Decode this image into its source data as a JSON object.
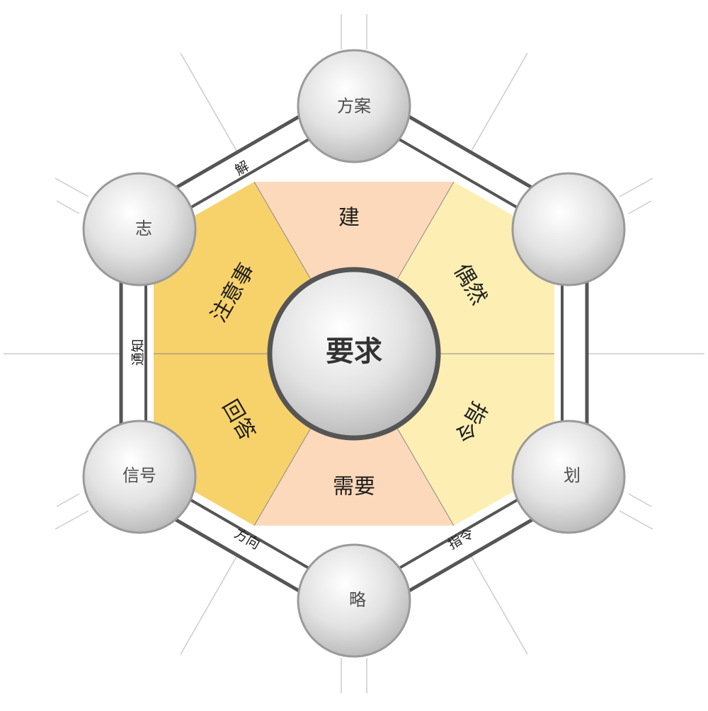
{
  "center": {
    "label": "要求"
  },
  "segments": [
    {
      "label": "建",
      "color": "#fcd9bb"
    },
    {
      "label": "偶然",
      "color": "#fdeeb3"
    },
    {
      "label": "指令",
      "color": "#fdeeb3"
    },
    {
      "label": "需要",
      "color": "#fcd9bb"
    },
    {
      "label": "回答",
      "color": "#f7d26b"
    },
    {
      "label": "注意事",
      "color": "#f7d26b"
    }
  ],
  "nodes": [
    {
      "label": "方案"
    },
    {
      "label": ""
    },
    {
      "label": "划"
    },
    {
      "label": "略"
    },
    {
      "label": "信号"
    },
    {
      "label": "志"
    }
  ],
  "edges": [
    {
      "label": "解"
    },
    {
      "label": "通知"
    },
    {
      "label": "方向"
    },
    {
      "label": "指令"
    }
  ],
  "colors": {
    "frame": "#555555",
    "node_border": "#9a9a9a",
    "center_border": "#555555",
    "divider": "#8a8a8a",
    "ray": "#cccccc"
  }
}
